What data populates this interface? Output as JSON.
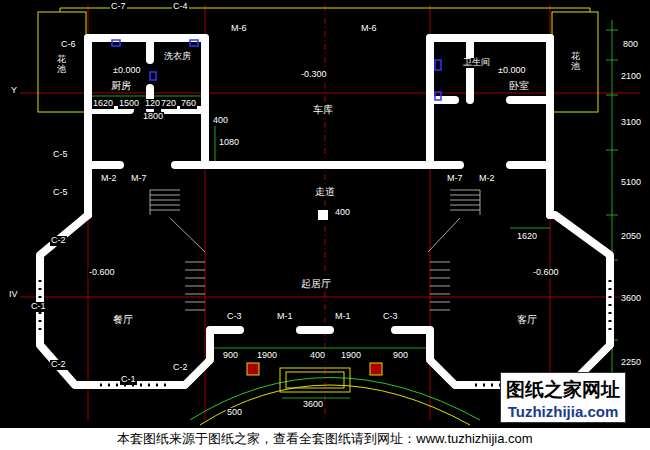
{
  "diagram": {
    "caption": "本套图纸来源于图纸之家，查看全套图纸请到网址：www.tuzhizhijia.com",
    "nodes": [
      {
        "text": [
          "图纸之家网址",
          "Tuzhizhijia.com"
        ]
      }
    ],
    "labels": [
      "C-7",
      "C-4",
      "M-6",
      "M-6",
      "花池",
      "C-6",
      "洗衣房",
      "±0.000",
      "厨房",
      "1620",
      "1500",
      "120",
      "720",
      "760",
      "1800",
      "-0.300",
      "车库",
      "卫生间",
      "±0.000",
      "卧室",
      "花池",
      "400",
      "1080",
      "M-2",
      "M-7",
      "M-7",
      "M-2",
      "C-5",
      "C-5",
      "走道",
      "400",
      "1620",
      "C-2",
      "-0.600",
      "起居厅",
      "-0.600",
      "C-1",
      "餐厅",
      "客厅",
      "C-3",
      "M-1",
      "M-1",
      "C-3",
      "900",
      "1900",
      "400",
      "1900",
      "900",
      "C-2",
      "C-2",
      "C-1",
      "3600",
      "Y",
      "IV",
      "800",
      "2100",
      "3100",
      "5100",
      "2050",
      "3600",
      "2250",
      "500"
    ]
  }
}
